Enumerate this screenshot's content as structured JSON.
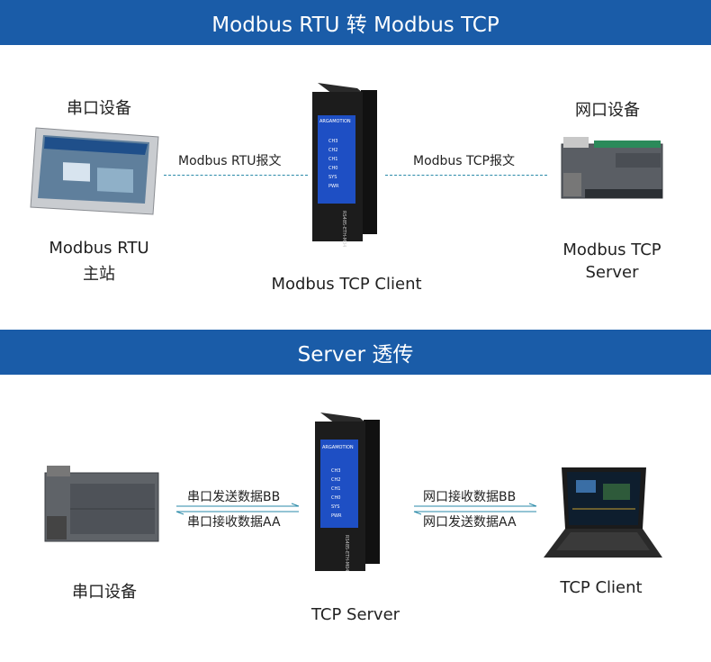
{
  "section1": {
    "title": "Modbus RTU 转 Modbus TCP",
    "left_device_label": "串口设备",
    "left_role_line1": "Modbus RTU",
    "left_role_line2": "主站",
    "left_message": "Modbus RTU报文",
    "center_label": "Modbus TCP Client",
    "right_device_label": "网口设备",
    "right_message": "Modbus TCP报文",
    "right_role_line1": "Modbus TCP",
    "right_role_line2": "Server"
  },
  "section2": {
    "title": "Server 透传",
    "left_send": "串口发送数据BB",
    "left_recv": "串口接收数据AA",
    "right_recv": "网口接收数据BB",
    "right_send": "网口发送数据AA",
    "left_device_label": "串口设备",
    "center_label": "TCP Server",
    "right_device_label": "TCP Client"
  },
  "module": {
    "brand": "ARGAMOTION",
    "leds": [
      "CH3",
      "CH2",
      "CH1",
      "CH0",
      "SYS",
      "PWR"
    ],
    "model": "RS485-ETH-M04"
  },
  "colors": {
    "band": "#1a5ca8",
    "module_body": "#1c1c1c",
    "module_panel": "#1e4fc4",
    "line": "#2a8aa8"
  }
}
